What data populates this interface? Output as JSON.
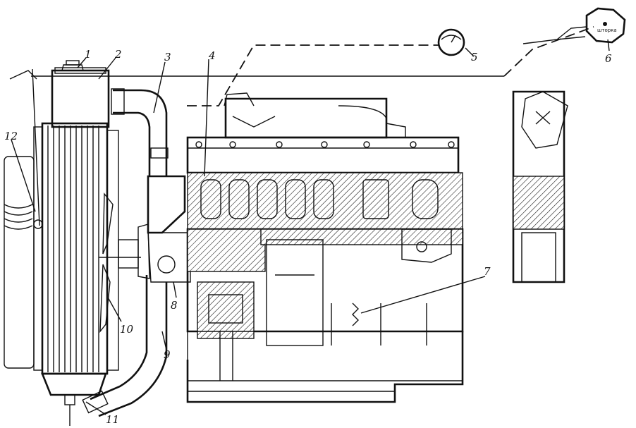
{
  "callouts": [
    {
      "id": "1",
      "label": "1"
    },
    {
      "id": "2",
      "label": "2"
    },
    {
      "id": "3",
      "label": "3"
    },
    {
      "id": "4",
      "label": "4"
    },
    {
      "id": "5",
      "label": "5"
    },
    {
      "id": "6",
      "label": "6"
    },
    {
      "id": "7",
      "label": "7"
    },
    {
      "id": "8",
      "label": "8"
    },
    {
      "id": "9",
      "label": "9"
    },
    {
      "id": "10",
      "label": "10"
    },
    {
      "id": "11",
      "label": "11"
    },
    {
      "id": "12",
      "label": "12"
    }
  ],
  "gauge_label": "шторка"
}
